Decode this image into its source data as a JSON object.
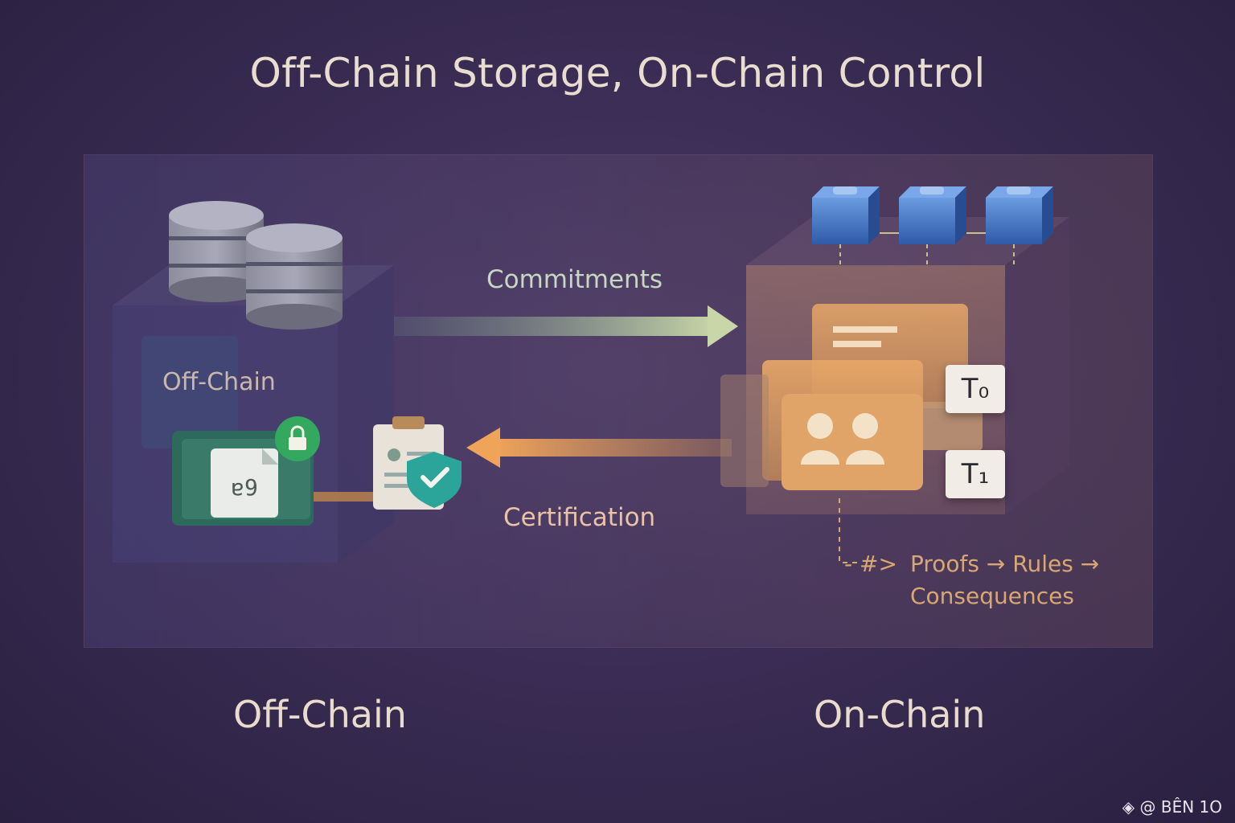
{
  "title": "Off-Chain Storage, On-Chain Control",
  "edges": {
    "commitments": "Commitments",
    "certification": "Certification"
  },
  "offchain_box_label": "Off-Chain",
  "time_cards": [
    "T₀",
    "T₁"
  ],
  "rules_line1": "Proofs → Rules →",
  "rules_line2": "Consequences",
  "rules_prefix": "- #>",
  "bottom_labels": {
    "left": "Off-Chain",
    "right": "On-Chain"
  },
  "watermark": "@ BÊN 1O",
  "icons": {
    "database": "database-icon",
    "document": "document-icon",
    "lock": "lock-icon",
    "certificate": "certificate-shield-icon",
    "blocks": "blockchain-block-icon",
    "users": "users-icon"
  },
  "colors": {
    "commit_arrow": "#a9c9a0",
    "cert_arrow": "#e39a4f",
    "block_blue": "#4a7fd0",
    "lock_green": "#2fa05a"
  }
}
